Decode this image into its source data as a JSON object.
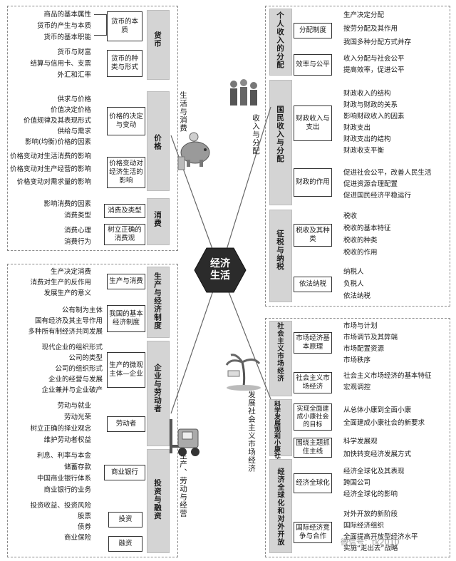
{
  "hub": "经济\n生活",
  "branches": {
    "tl": "生活与消费",
    "tr": "收入与分配",
    "bl": "生产、劳动与经营",
    "br": "发展社会主义市场经济"
  },
  "tl": {
    "sections": [
      {
        "label": "货币",
        "groups": [
          {
            "box": "货币的本质",
            "items": [
              "商品的基本属性",
              "货币的产生与本质",
              "货币的基本职能"
            ]
          },
          {
            "box": "货币的种类与形式",
            "items": [
              "货币与财富",
              "结算与信用卡、支票",
              "外汇和汇率"
            ]
          }
        ]
      },
      {
        "label": "价格",
        "groups": [
          {
            "box": "价格的决定与变动",
            "items": [
              "供求与价格",
              "价值决定价格",
              "价值规律及其表现形式",
              "供给与需求",
              "影响(均衡)价格的因素"
            ]
          },
          {
            "box": "价格变动对经济生活的影响",
            "items": [
              "价格变动对生活消费的影响",
              "价格变动对生产经营的影响",
              "价格变动对需求量的影响"
            ]
          }
        ]
      },
      {
        "label": "消费",
        "groups": [
          {
            "box": "消费及类型",
            "items": [
              "影响消费的因素",
              "消费类型"
            ]
          },
          {
            "box": "树立正确的消费观",
            "items": [
              "消费心理",
              "消费行为"
            ]
          }
        ]
      }
    ]
  },
  "bl": {
    "sections": [
      {
        "label": "生产与经济制度",
        "groups": [
          {
            "box": "生产与消费",
            "items": [
              "生产决定消费",
              "消费对生产的反作用",
              "发展生产的意义"
            ]
          },
          {
            "box": "我国的基本经济制度",
            "items": [
              "公有制为主体",
              "国有经济及其主导作用",
              "多种所有制经济共同发展"
            ]
          }
        ]
      },
      {
        "label": "企业与劳动者",
        "groups": [
          {
            "box": "生产的微观主体—企业",
            "items": [
              "现代企业的组织形式",
              "公司的类型",
              "公司的组织形式",
              "企业的经营与发展",
              "企业兼并与企业破产"
            ]
          },
          {
            "box": "劳动者",
            "items": [
              "劳动与就业",
              "劳动光荣",
              "树立正确的择业观念",
              "维护劳动者权益"
            ]
          }
        ]
      },
      {
        "label": "投资与融资",
        "groups": [
          {
            "box": "商业银行",
            "items": [
              "利息、利率与本金",
              "储蓄存款",
              "中国商业银行体系",
              "商业银行的业务"
            ]
          },
          {
            "box": "投资",
            "items": [
              "投资收益、投资风险",
              "股票",
              "债券",
              "商业保险"
            ]
          },
          {
            "box": "融资",
            "items": []
          }
        ]
      }
    ]
  },
  "tr": {
    "sections": [
      {
        "label": "个人收入的分配",
        "groups": [
          {
            "box": "分配制度",
            "items": [
              "生产决定分配",
              "按劳分配及其作用",
              "我国多种分配方式并存"
            ]
          },
          {
            "box": "效率与公平",
            "items": [
              "收入分配与社会公平",
              "提高效率，促进公平"
            ]
          }
        ]
      },
      {
        "label": "国民收入与分配",
        "groups": [
          {
            "box": "财政收入与支出",
            "items": [
              "财政收入的结构",
              "财政与财政的关系",
              "影响财政收入的因素",
              "财政支出",
              "财政支出的结构",
              "财政收支平衡"
            ]
          },
          {
            "box": "财政的作用",
            "items": [
              "促进社会公平，改善人民生活",
              "促进资源合理配置",
              "促进国民经济平稳运行"
            ]
          }
        ]
      },
      {
        "label": "征税与纳税",
        "groups": [
          {
            "box": "税收及其种类",
            "items": [
              "税收",
              "税收的基本特征",
              "税收的种类",
              "税收的作用"
            ]
          },
          {
            "box": "依法纳税",
            "items": [
              "纳税人",
              "负税人",
              "依法纳税"
            ]
          }
        ]
      }
    ]
  },
  "br": {
    "sections": [
      {
        "label": "社会主义市场经济",
        "groups": [
          {
            "box": "市场经济基本原理",
            "items": [
              "市场与计划",
              "市场调节及其弊端",
              "市场配置资源",
              "市场秩序"
            ]
          },
          {
            "box": "社会主义市场经济",
            "items": [
              "社会主义市场经济的基本特征",
              "宏观调控"
            ]
          }
        ]
      },
      {
        "label": "科学发展观和小康社会的经济建设",
        "groups": [
          {
            "box": "实现全面建成小康社会的目标",
            "items": [
              "从总体小康到全面小康",
              "全面建成小康社会的新要求"
            ]
          },
          {
            "box": "围绕主题抓住主线",
            "items": [
              "科学发展观",
              "加快转变经济发展方式"
            ]
          }
        ]
      },
      {
        "label": "经济全球化和对外开放",
        "groups": [
          {
            "box": "经济全球化",
            "items": [
              "经济全球化及其表现",
              "跨国公司",
              "经济全球化的影响"
            ]
          },
          {
            "box": "国际经济竞争与合作",
            "items": [
              "对外开放的新阶段",
              "国际经济组织",
              "全面提高开放型经济水平",
              "实施“走出去”战略"
            ]
          }
        ]
      }
    ]
  },
  "watermark": "微信号：tk2010"
}
